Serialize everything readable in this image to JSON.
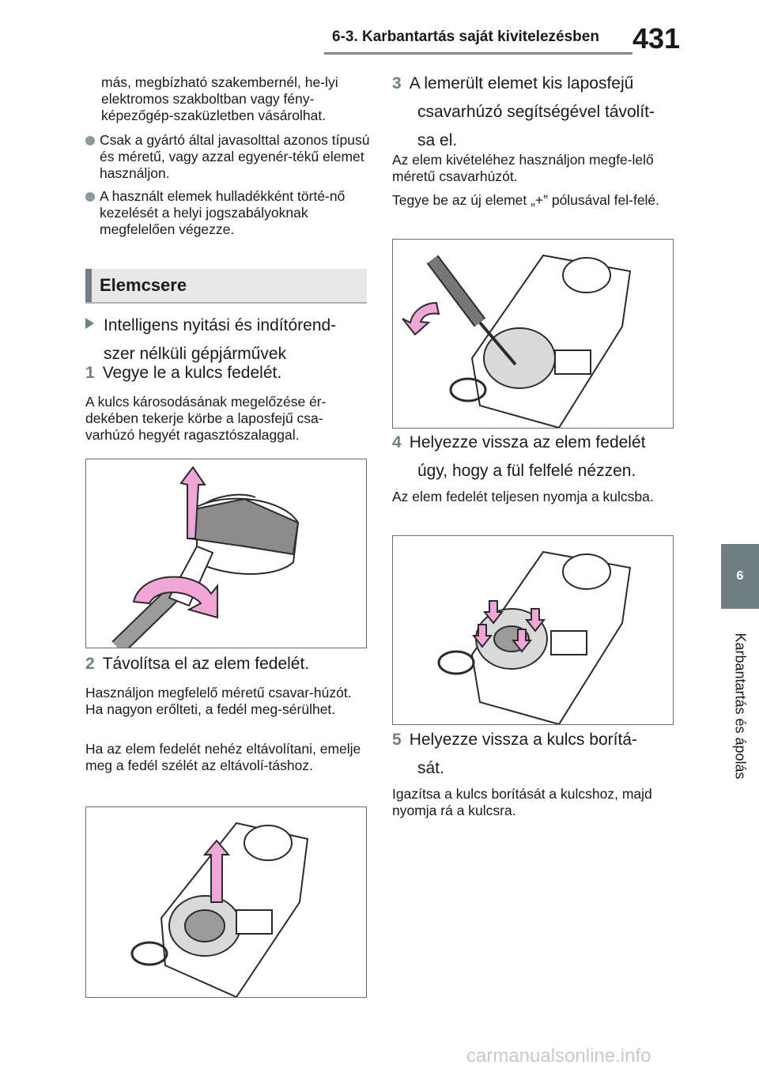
{
  "header": {
    "title": "6-3. Karbantartás saját kivitelezésben",
    "page_number": "431"
  },
  "side_tab": {
    "number": "6",
    "label": "Karbantartás és ápolás"
  },
  "left_column": {
    "intro": "más, megbízható szakembernél, he-lyi elektromos szakboltban vagy fény-képezőgép-szaküzletben vásárolhat.",
    "bullets": [
      "Csak a gyártó által javasolttal azonos típusú és méretű, vagy azzal egyenér-tékű elemet használjon.",
      "A használt elemek hulladékként törté-nő kezelését a helyi jogszabályoknak megfelelően végezze."
    ],
    "section_title": "Elemcsere",
    "subheading_line1": "Intelligens nyitási és indítórend-",
    "subheading_line2": "szer nélküli gépjárművek",
    "step1": {
      "num": "1",
      "text": "Vegye le a kulcs fedelét."
    },
    "step1_note": "A kulcs károsodásának megelőzése ér-dekében tekerje körbe a laposfejű csa-varhúzó hegyét ragasztószalaggal.",
    "step2": {
      "num": "2",
      "text": "Távolítsa el az elem fedelét."
    },
    "step2_note1": "Használjon megfelelő méretű csavar-húzót. Ha nagyon erőlteti, a fedél meg-sérülhet.",
    "step2_note2": "Ha az elem fedelét nehéz eltávolítani, emelje meg a fedél szélét az eltávolí-táshoz."
  },
  "right_column": {
    "step3": {
      "num": "3",
      "line1": "A lemerült elemet kis laposfejű",
      "line2": "csavarhúzó segítségével távolít-",
      "line3": "sa el."
    },
    "step3_note1": "Az elem kivételéhez használjon megfe-lelő méretű csavarhúzót.",
    "step3_note2": "Tegye be az új elemet „+” pólusával fel-felé.",
    "step4": {
      "num": "4",
      "line1": "Helyezze vissza az elem fedelét",
      "line2": "úgy, hogy a fül felfelé nézzen."
    },
    "step4_note": "Az elem fedelét teljesen nyomja a kulcsba.",
    "step5": {
      "num": "5",
      "line1": "Helyezze vissza a kulcs borítá-",
      "line2": "sát."
    },
    "step5_note": "Igazítsa a kulcs borítását a kulcshoz, majd nyomja rá a kulcsra."
  },
  "footer": {
    "watermark": "carmanualsonline.info"
  },
  "colors": {
    "accent": "#6f8085",
    "arrow_pink": "#f0a6d6",
    "arrow_stroke": "#2b2b2b"
  }
}
